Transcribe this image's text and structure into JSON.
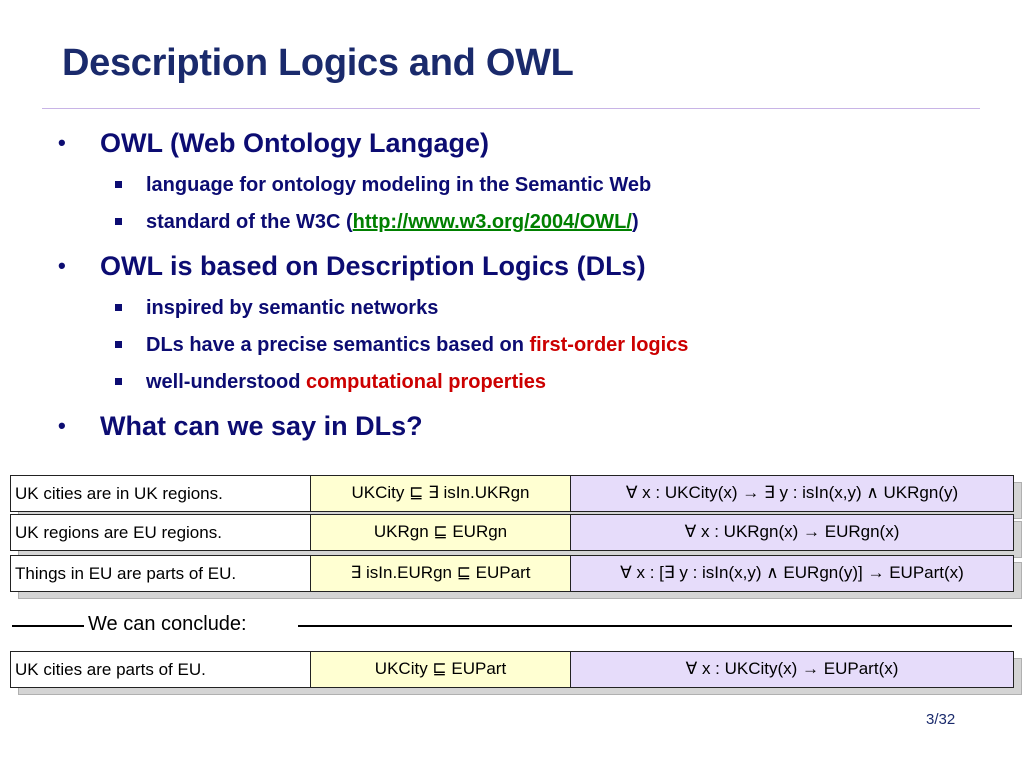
{
  "title": "Description Logics and OWL",
  "bullets": [
    {
      "text": "OWL (Web Ontology Langage)",
      "sub": [
        {
          "text": "language for ontology modeling in the Semantic Web"
        },
        {
          "pre": "standard of the W3C (",
          "link": "http://www.w3.org/2004/OWL/",
          "post": ")"
        }
      ]
    },
    {
      "text": "OWL is based on Description Logics (DLs)",
      "sub": [
        {
          "text": "inspired by semantic networks"
        },
        {
          "pre": "DLs have a precise semantics based on ",
          "highlight": "first-order logics"
        },
        {
          "pre": "well-understood ",
          "highlight": "computational properties"
        }
      ]
    },
    {
      "text": "What can we say in DLs?"
    }
  ],
  "table": [
    {
      "english": "UK cities are in UK regions.",
      "dl": "UKCity ⊑ ∃ isIn.UKRgn",
      "fol": "∀ x : UKCity(x) → ∃ y : isIn(x,y) ∧ UKRgn(y)"
    },
    {
      "english": "UK regions are EU regions.",
      "dl": "UKRgn ⊑ EURgn",
      "fol": "∀ x : UKRgn(x) → EURgn(x)"
    },
    {
      "english": "Things in EU are parts of EU.",
      "dl": "∃ isIn.EURgn ⊑ EUPart",
      "fol": "∀ x : [∃ y : isIn(x,y) ∧ EURgn(y)] → EUPart(x)"
    }
  ],
  "conclude_label": "We can conclude:",
  "conclusion": {
    "english": "UK cities are parts of EU.",
    "dl": "UKCity ⊑ EUPart",
    "fol": "∀ x : UKCity(x) → EUPart(x)"
  },
  "page_number": "3/32",
  "colors": {
    "title": "#1a2a6c",
    "bullet": "#0c0c72",
    "highlight": "#cc0000",
    "link": "#008000",
    "dl_cell": "#ffffd2",
    "fol_cell": "#e6dcfa"
  }
}
